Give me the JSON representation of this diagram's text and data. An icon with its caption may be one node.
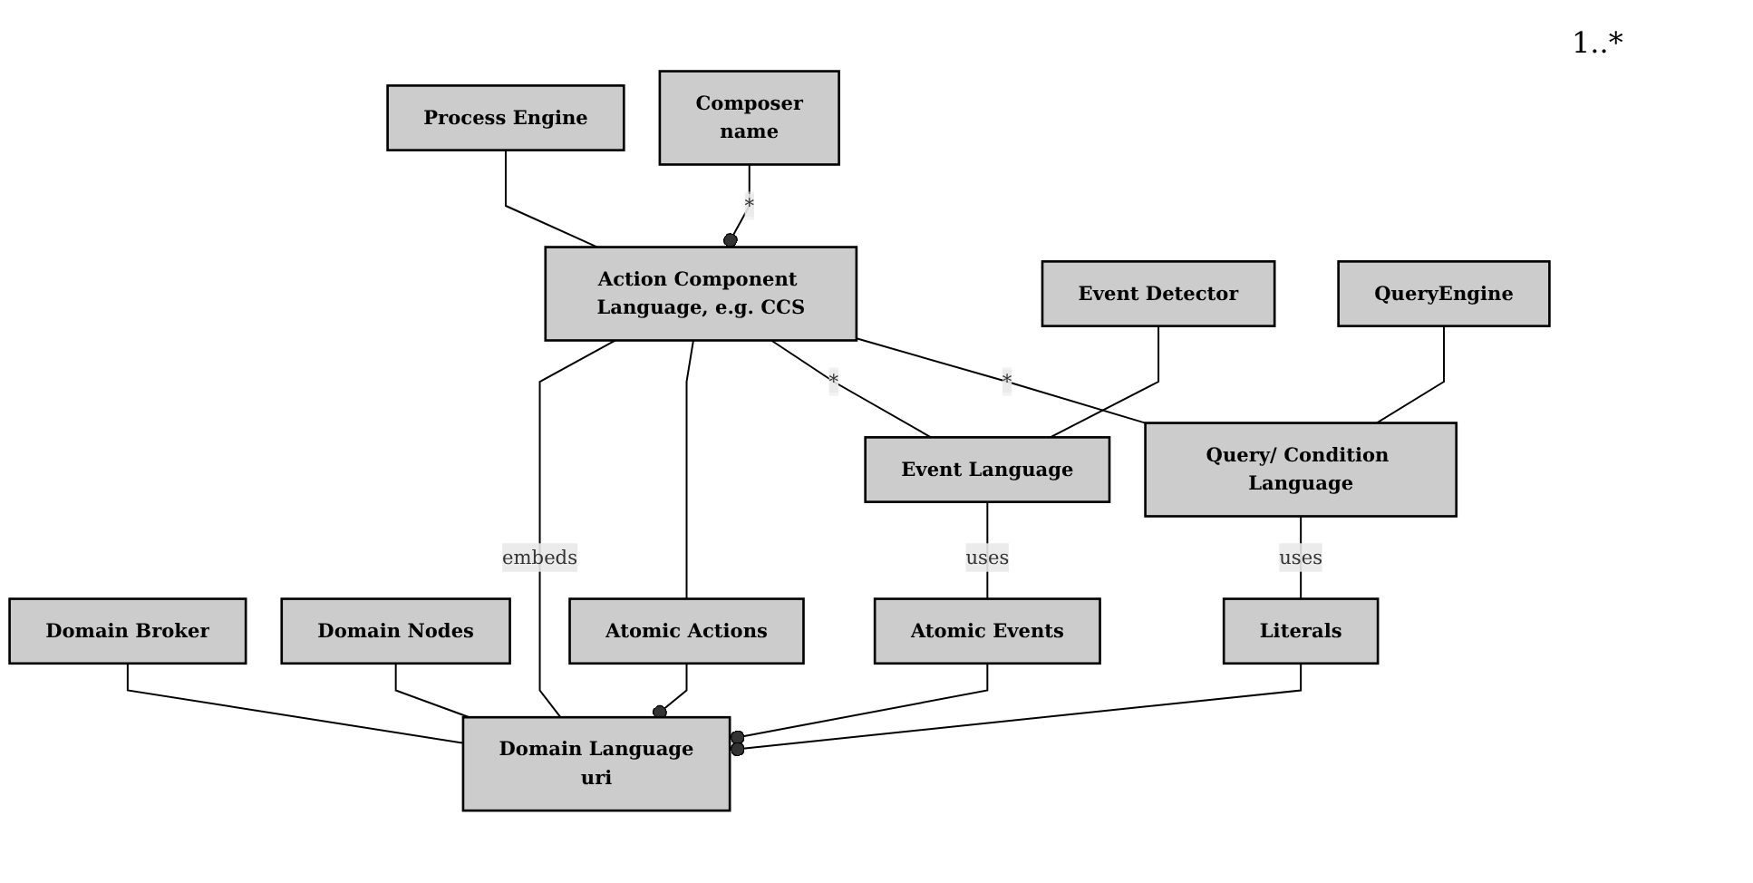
{
  "diagram": {
    "nodes": [
      {
        "text": [
          "Process Engine"
        ]
      },
      {
        "text": [
          "Action Component Language, e.g. CCS"
        ]
      },
      {
        "text": [
          "Composer",
          "name"
        ]
      },
      {
        "text": [
          "Event Detector"
        ]
      },
      {
        "text": [
          "QueryEngine"
        ]
      },
      {
        "text": [
          "Domain Broker"
        ]
      },
      {
        "text": [
          "Domain Language",
          "uri"
        ]
      },
      {
        "text": [
          "Event Language"
        ]
      },
      {
        "text": [
          "Query/ Condition Language"
        ]
      },
      {
        "text": [
          "Domain Nodes"
        ]
      },
      {
        "text": [
          "Atomic Events"
        ]
      },
      {
        "text": [
          "Literals"
        ]
      },
      {
        "text": [
          "Atomic Actions"
        ]
      }
    ],
    "edges": [
      {
        "from": 0,
        "to": 1,
        "arrow": "none"
      },
      {
        "from": 1,
        "to": 2,
        "arrow": "other",
        "label": "*"
      },
      {
        "from": 1,
        "to": 6,
        "arrow": "none",
        "label": "embeds"
      },
      {
        "from": 1,
        "to": 12,
        "arrow": "none"
      },
      {
        "from": 1,
        "to": 7,
        "arrow": "none",
        "label": "*"
      },
      {
        "from": 1,
        "to": 8,
        "arrow": "none",
        "label": "*"
      },
      {
        "from": 3,
        "to": 7,
        "arrow": "none"
      },
      {
        "from": 4,
        "to": 8,
        "arrow": "none"
      },
      {
        "from": 5,
        "to": 6,
        "arrow": "none"
      },
      {
        "from": 9,
        "to": 6,
        "arrow": "none"
      },
      {
        "from": 6,
        "to": 10,
        "arrow": "other"
      },
      {
        "from": 6,
        "to": 11,
        "arrow": "other"
      },
      {
        "from": 6,
        "to": 12,
        "arrow": "other"
      },
      {
        "from": 7,
        "to": 10,
        "arrow": "none",
        "label": "uses"
      },
      {
        "from": 8,
        "to": 11,
        "arrow": "none",
        "label": "uses"
      }
    ],
    "labels": [
      "1..*"
    ]
  }
}
